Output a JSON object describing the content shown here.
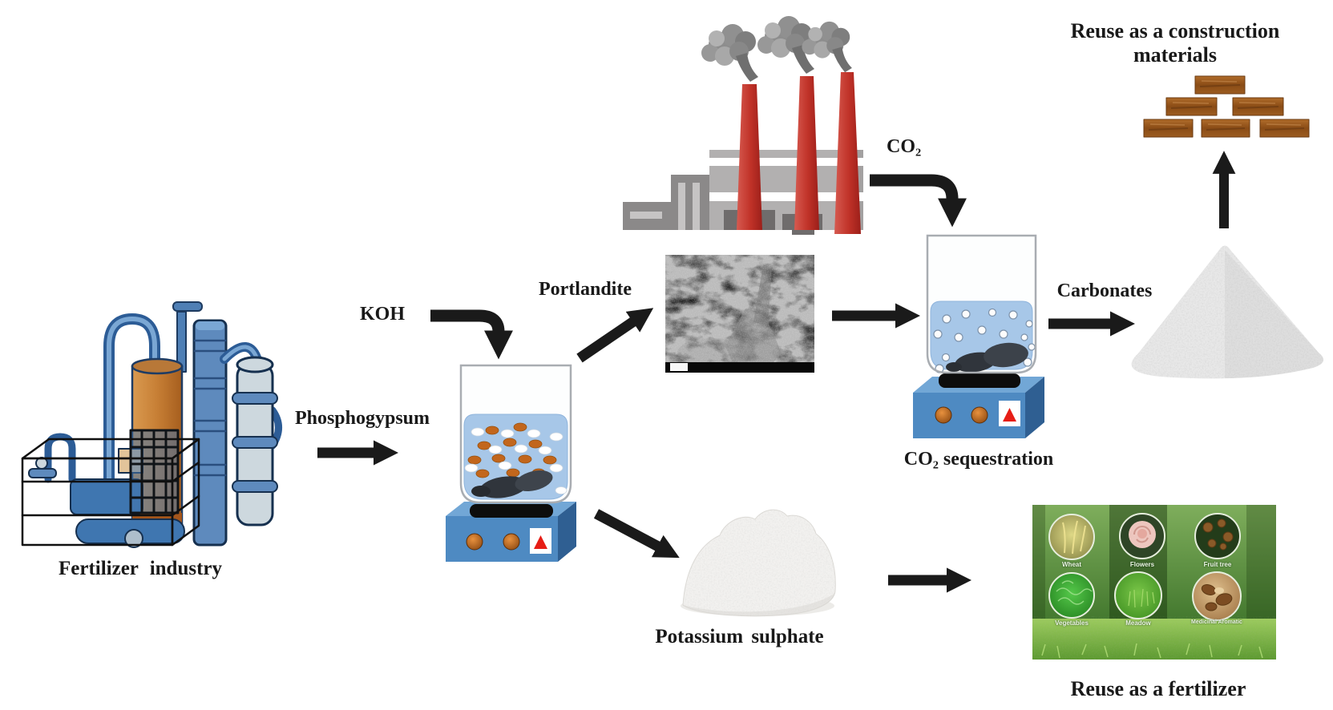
{
  "figure": {
    "type": "process-flow-diagram",
    "labels": {
      "fertilizer_industry": "Fertilizer industry",
      "phosphogypsum": "Phosphogypsum",
      "koh": "KOH",
      "portlandite": "Portlandite",
      "co2": "CO₂",
      "co2_sequestration": "CO₂ sequestration",
      "carbonates": "Carbonates",
      "reuse_construction": "Reuse as a construction materials",
      "potassium_sulphate": "Potassium sulphate",
      "reuse_fertilizer": "Reuse as a fertilizer"
    },
    "photo_crop_labels": [
      "Wheat",
      "Flowers",
      "Fruit tree",
      "Vegetables",
      "Meadow",
      "Medicinal Aromatic"
    ],
    "edges": [
      {
        "from": "Fertilizer industry",
        "via_label": "Phosphogypsum",
        "to": "stirred reactor"
      },
      {
        "from": "KOH",
        "via_label": "KOH",
        "to": "stirred reactor"
      },
      {
        "from": "stirred reactor",
        "via_label": "Portlandite",
        "to": "SEM image"
      },
      {
        "from": "factory flue gas",
        "via_label": "CO₂",
        "to": "CO₂ sequestration reactor"
      },
      {
        "from": "SEM image",
        "via_label": "",
        "to": "CO₂ sequestration reactor"
      },
      {
        "from": "CO₂ sequestration reactor",
        "via_label": "Carbonates",
        "to": "carbonates pile"
      },
      {
        "from": "carbonates pile",
        "via_label": "",
        "to": "bricks / construction materials"
      },
      {
        "from": "stirred reactor",
        "via_label": "",
        "to": "potassium sulphate pile"
      },
      {
        "from": "potassium sulphate pile",
        "via_label": "",
        "to": "crops photo / fertilizer"
      }
    ],
    "colors": {
      "arrow_black": "#1a1a1a",
      "chimney_red": "#c0392d",
      "factory_gray": "#b2b0b0",
      "factory_dark_gray": "#8b8989",
      "smoke_gray": "#8f8f8f",
      "stirrer_blue": "#4e8ac2",
      "stirrer_blue_dark": "#2f5f92",
      "stirrer_top_blue": "#72a7d6",
      "liquid_blue": "#a7c7e8",
      "particle_orange": "#c2661c",
      "knob_orange": "#c75f17",
      "triangle_red": "#e61d16",
      "brick_brown": "#9a5a1d",
      "powder_white": "#efefed",
      "carbonate_gray": "#e8e8e8",
      "photo_green": "#4c8b2b"
    }
  }
}
